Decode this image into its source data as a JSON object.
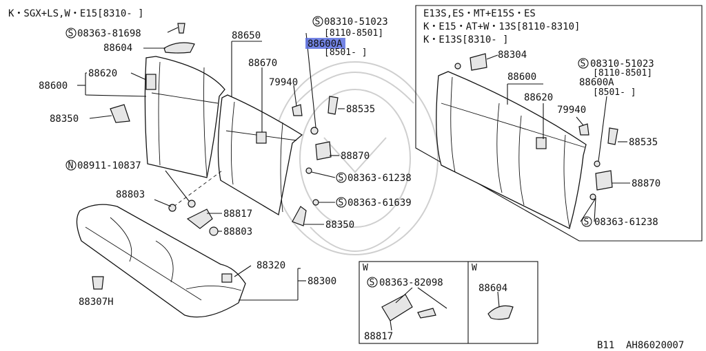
{
  "header": {
    "left_condition": "K・SGX+LS,W・E15[8310-    ]"
  },
  "right_panel": {
    "cond1": "E13S,ES・MT+E15S・ES",
    "cond2": "K・E15・AT+W・13S[8110-8310]",
    "cond3": "K・E13S[8310-    ]"
  },
  "callouts": {
    "a": {
      "prefix": "S",
      "part": "08363-81698"
    },
    "b": {
      "part": "88604"
    },
    "c": {
      "part": "88620"
    },
    "d": {
      "part": "88600"
    },
    "e": {
      "part": "88350"
    },
    "f": {
      "prefix": "N",
      "part": "08911-10837"
    },
    "g": {
      "part": "88803"
    },
    "h": {
      "part": "88817"
    },
    "i": {
      "part": "88803"
    },
    "j": {
      "part": "88650"
    },
    "k": {
      "part": "88670"
    },
    "l": {
      "part": "79940"
    },
    "m": {
      "prefix": "S",
      "part": "08310-51023"
    },
    "m_range": "[8110-8501]",
    "n": {
      "part": "88600A"
    },
    "n_range": "[8501-    ]",
    "o": {
      "part": "88535"
    },
    "p": {
      "part": "88870"
    },
    "q": {
      "prefix": "S",
      "part": "08363-61238"
    },
    "r": {
      "prefix": "S",
      "part": "08363-61639"
    },
    "s": {
      "part": "88350"
    },
    "t": {
      "part": "88320"
    },
    "u": {
      "part": "88300"
    },
    "v": {
      "part": "88307H"
    }
  },
  "right_callouts": {
    "a": {
      "part": "88304"
    },
    "b": {
      "prefix": "S",
      "part": "08310-51023"
    },
    "b_range": "[8110-8501]",
    "c": {
      "part": "88600A"
    },
    "c_range": "[8501-    ]",
    "d": {
      "part": "88600"
    },
    "e": {
      "part": "88620"
    },
    "f": {
      "part": "79940"
    },
    "g": {
      "part": "88535"
    },
    "h": {
      "part": "88870"
    },
    "i": {
      "prefix": "S",
      "part": "08363-61238"
    }
  },
  "inset": {
    "w1": "W",
    "w2": "W",
    "a": {
      "prefix": "S",
      "part": "08363-82098"
    },
    "b": {
      "part": "88817"
    },
    "c": {
      "part": "88604"
    }
  },
  "footer": {
    "page": "B11",
    "diagram_id": "AH86020007"
  },
  "colors": {
    "ink": "#111111",
    "highlight": "#5b6ee1",
    "watermark": "#cfcfcf"
  }
}
